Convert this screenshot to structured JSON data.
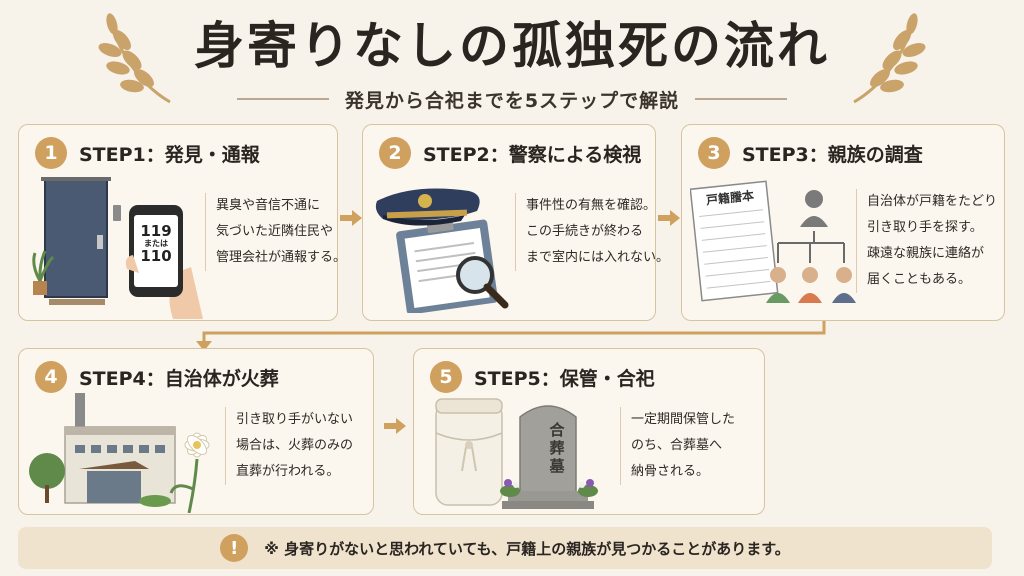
{
  "header": {
    "title": "身寄りなしの孤独死の流れ",
    "subtitle": "発見から合祀までを5ステップで解説"
  },
  "steps": [
    {
      "num": "1",
      "title": "STEP1：発見・通報",
      "desc": [
        "異臭や音信不通に",
        "気づいた近隣住民や",
        "管理会社が通報する。"
      ],
      "phone_lines": [
        "119",
        "または",
        "110"
      ]
    },
    {
      "num": "2",
      "title": "STEP2：警察による検視",
      "desc": [
        "事件性の有無を確認。",
        "この手続きが終わる",
        "まで室内には入れない。"
      ]
    },
    {
      "num": "3",
      "title": "STEP3：親族の調査",
      "desc": [
        "自治体が戸籍をたどり",
        "引き取り手を探す。",
        "疎遠な親族に連絡が",
        "届くこともある。"
      ],
      "document_label": "戸籍謄本"
    },
    {
      "num": "4",
      "title": "STEP4：自治体が火葬",
      "desc": [
        "引き取り手がいない",
        "場合は、火葬のみの",
        "直葬が行われる。"
      ]
    },
    {
      "num": "5",
      "title": "STEP5：保管・合祀",
      "desc": [
        "一定期間保管した",
        "のち、合葬墓へ",
        "納骨される。"
      ],
      "tomb_label": [
        "合",
        "葬",
        "墓"
      ]
    }
  ],
  "note": {
    "icon": "!",
    "text": "※ 身寄りがないと思われていても、戸籍上の親族が見つかることがあります。"
  },
  "colors": {
    "accent": "#cfa05e",
    "card_border": "#d7c3a0",
    "background": "#f8f3ea",
    "note_bg": "#efe3cd"
  }
}
